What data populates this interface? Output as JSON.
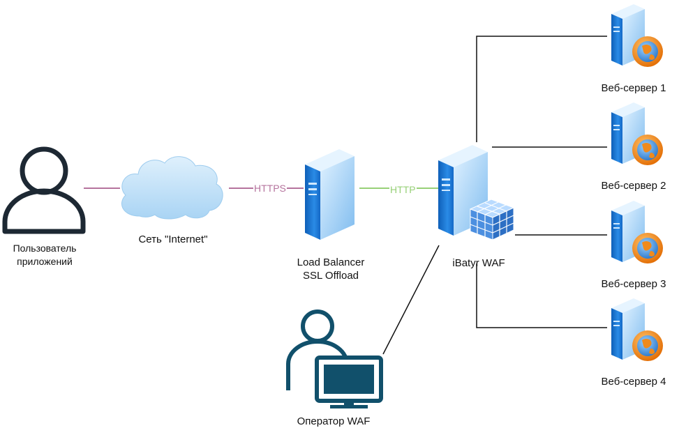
{
  "nodes": {
    "user": {
      "line1": "Пользователь",
      "line2": "приложений"
    },
    "cloud": {
      "label": "Сеть \"Internet\""
    },
    "lb": {
      "line1": "Load Balancer",
      "line2": "SSL Offload"
    },
    "waf": {
      "label": "iBatyr WAF"
    },
    "operator": {
      "label": "Оператор WAF"
    },
    "servers": [
      {
        "label": "Веб-сервер 1"
      },
      {
        "label": "Веб-сервер 2"
      },
      {
        "label": "Веб-сервер 3"
      },
      {
        "label": "Веб-сервер 4"
      }
    ]
  },
  "edges": {
    "https": {
      "label": "HTTPS",
      "color": "#b5739d"
    },
    "http": {
      "label": "HTTP",
      "color": "#97d077"
    }
  },
  "colors": {
    "server_blue": "#1f7bd6",
    "server_light": "#8ec9f5",
    "person_dark": "#1d2833",
    "operator_teal": "#11506b",
    "cloud_blue": "#bfe0f8",
    "globe_orange": "#f07c12"
  },
  "icons": {
    "user": "person-icon",
    "cloud": "cloud-icon",
    "lb": "server-icon",
    "waf": "firewall-icon",
    "operator": "operator-icon",
    "server": "web-server-icon"
  }
}
